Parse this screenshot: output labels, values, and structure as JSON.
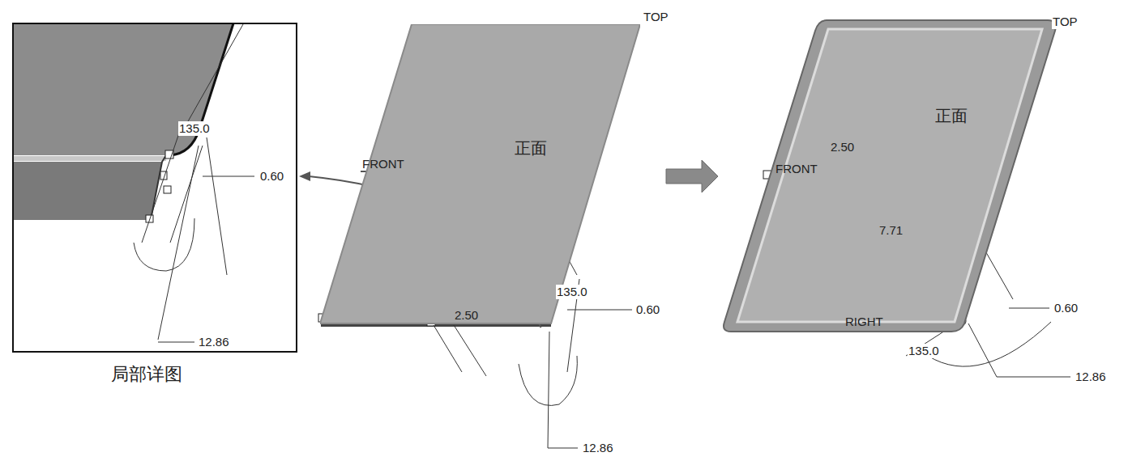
{
  "diagram": {
    "nodes": [
      {
        "text": [
          "局部详图"
        ]
      },
      {
        "text": [
          "正面"
        ]
      },
      {
        "text": [
          "正面"
        ]
      }
    ],
    "edges": [
      {
        "from": 1,
        "to": 0,
        "arrow": "to"
      },
      {
        "from": 1,
        "to": 2,
        "arrow": "to"
      }
    ],
    "labels": [
      "135.0",
      "0.60",
      "12.86",
      "TOP",
      "FRONT",
      "2.50",
      "135.0",
      "0.60",
      "12.86",
      "TOP",
      "FRONT",
      "2.50",
      "7.71",
      "RIGHT",
      "0.60",
      "135.0",
      "12.86"
    ]
  }
}
